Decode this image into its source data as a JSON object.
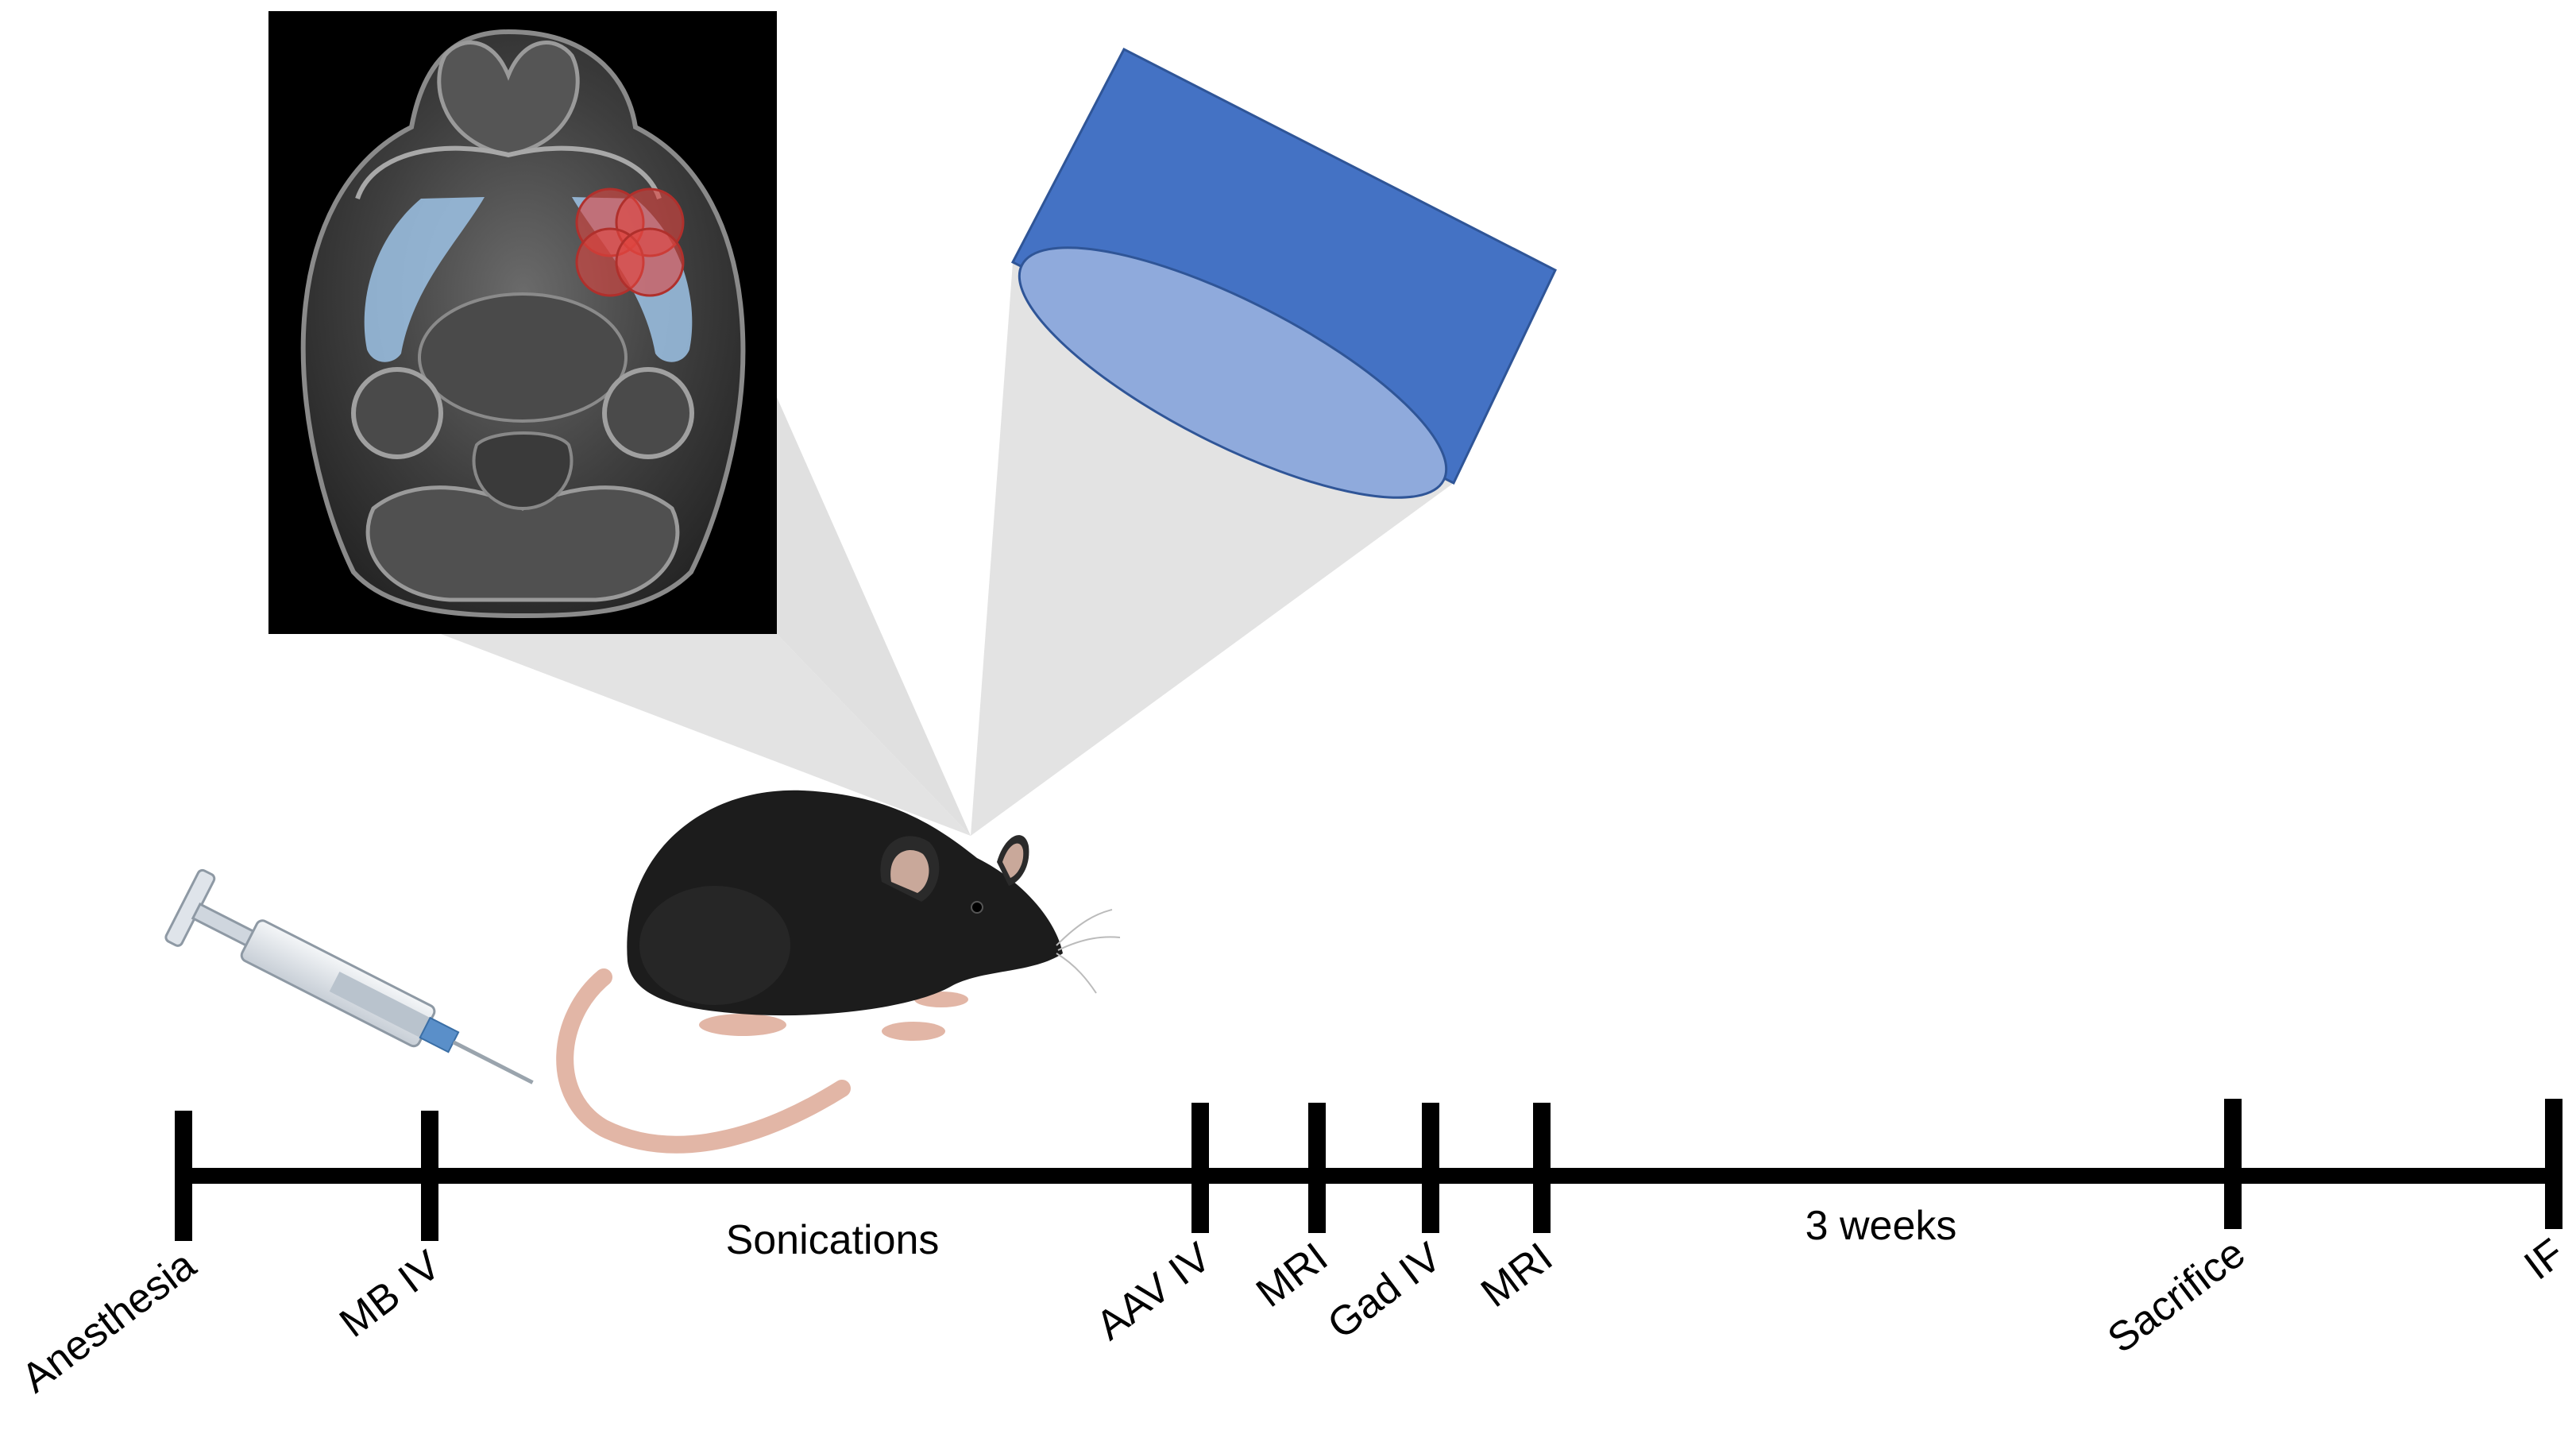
{
  "timeline": {
    "events": [
      {
        "label": "Anesthesia"
      },
      {
        "label": "MB IV"
      },
      {
        "label": "AAV IV"
      },
      {
        "label": "MRI"
      },
      {
        "label": "Gad IV"
      },
      {
        "label": "MRI"
      },
      {
        "label": "Sacrifice"
      },
      {
        "label": "IF"
      }
    ],
    "periods": [
      {
        "label": "Sonications"
      },
      {
        "label": "3 weeks"
      }
    ]
  },
  "colors": {
    "timeline": "#000000",
    "transducer_body": "#4472c4",
    "transducer_face": "#8faadc",
    "beam_shadow": "#e3e3e3",
    "striatum_overlay": "#9dc3e6",
    "target_spots": "#e0443f",
    "mouse_body": "#1c1c1c",
    "mouse_tail": "#e2b6a6"
  },
  "illustration": {
    "inset": "mouse brain MRI slice with striatum overlay and four sonication targets",
    "transducer": "focused ultrasound transducer",
    "syringe": "IV injection syringe"
  }
}
